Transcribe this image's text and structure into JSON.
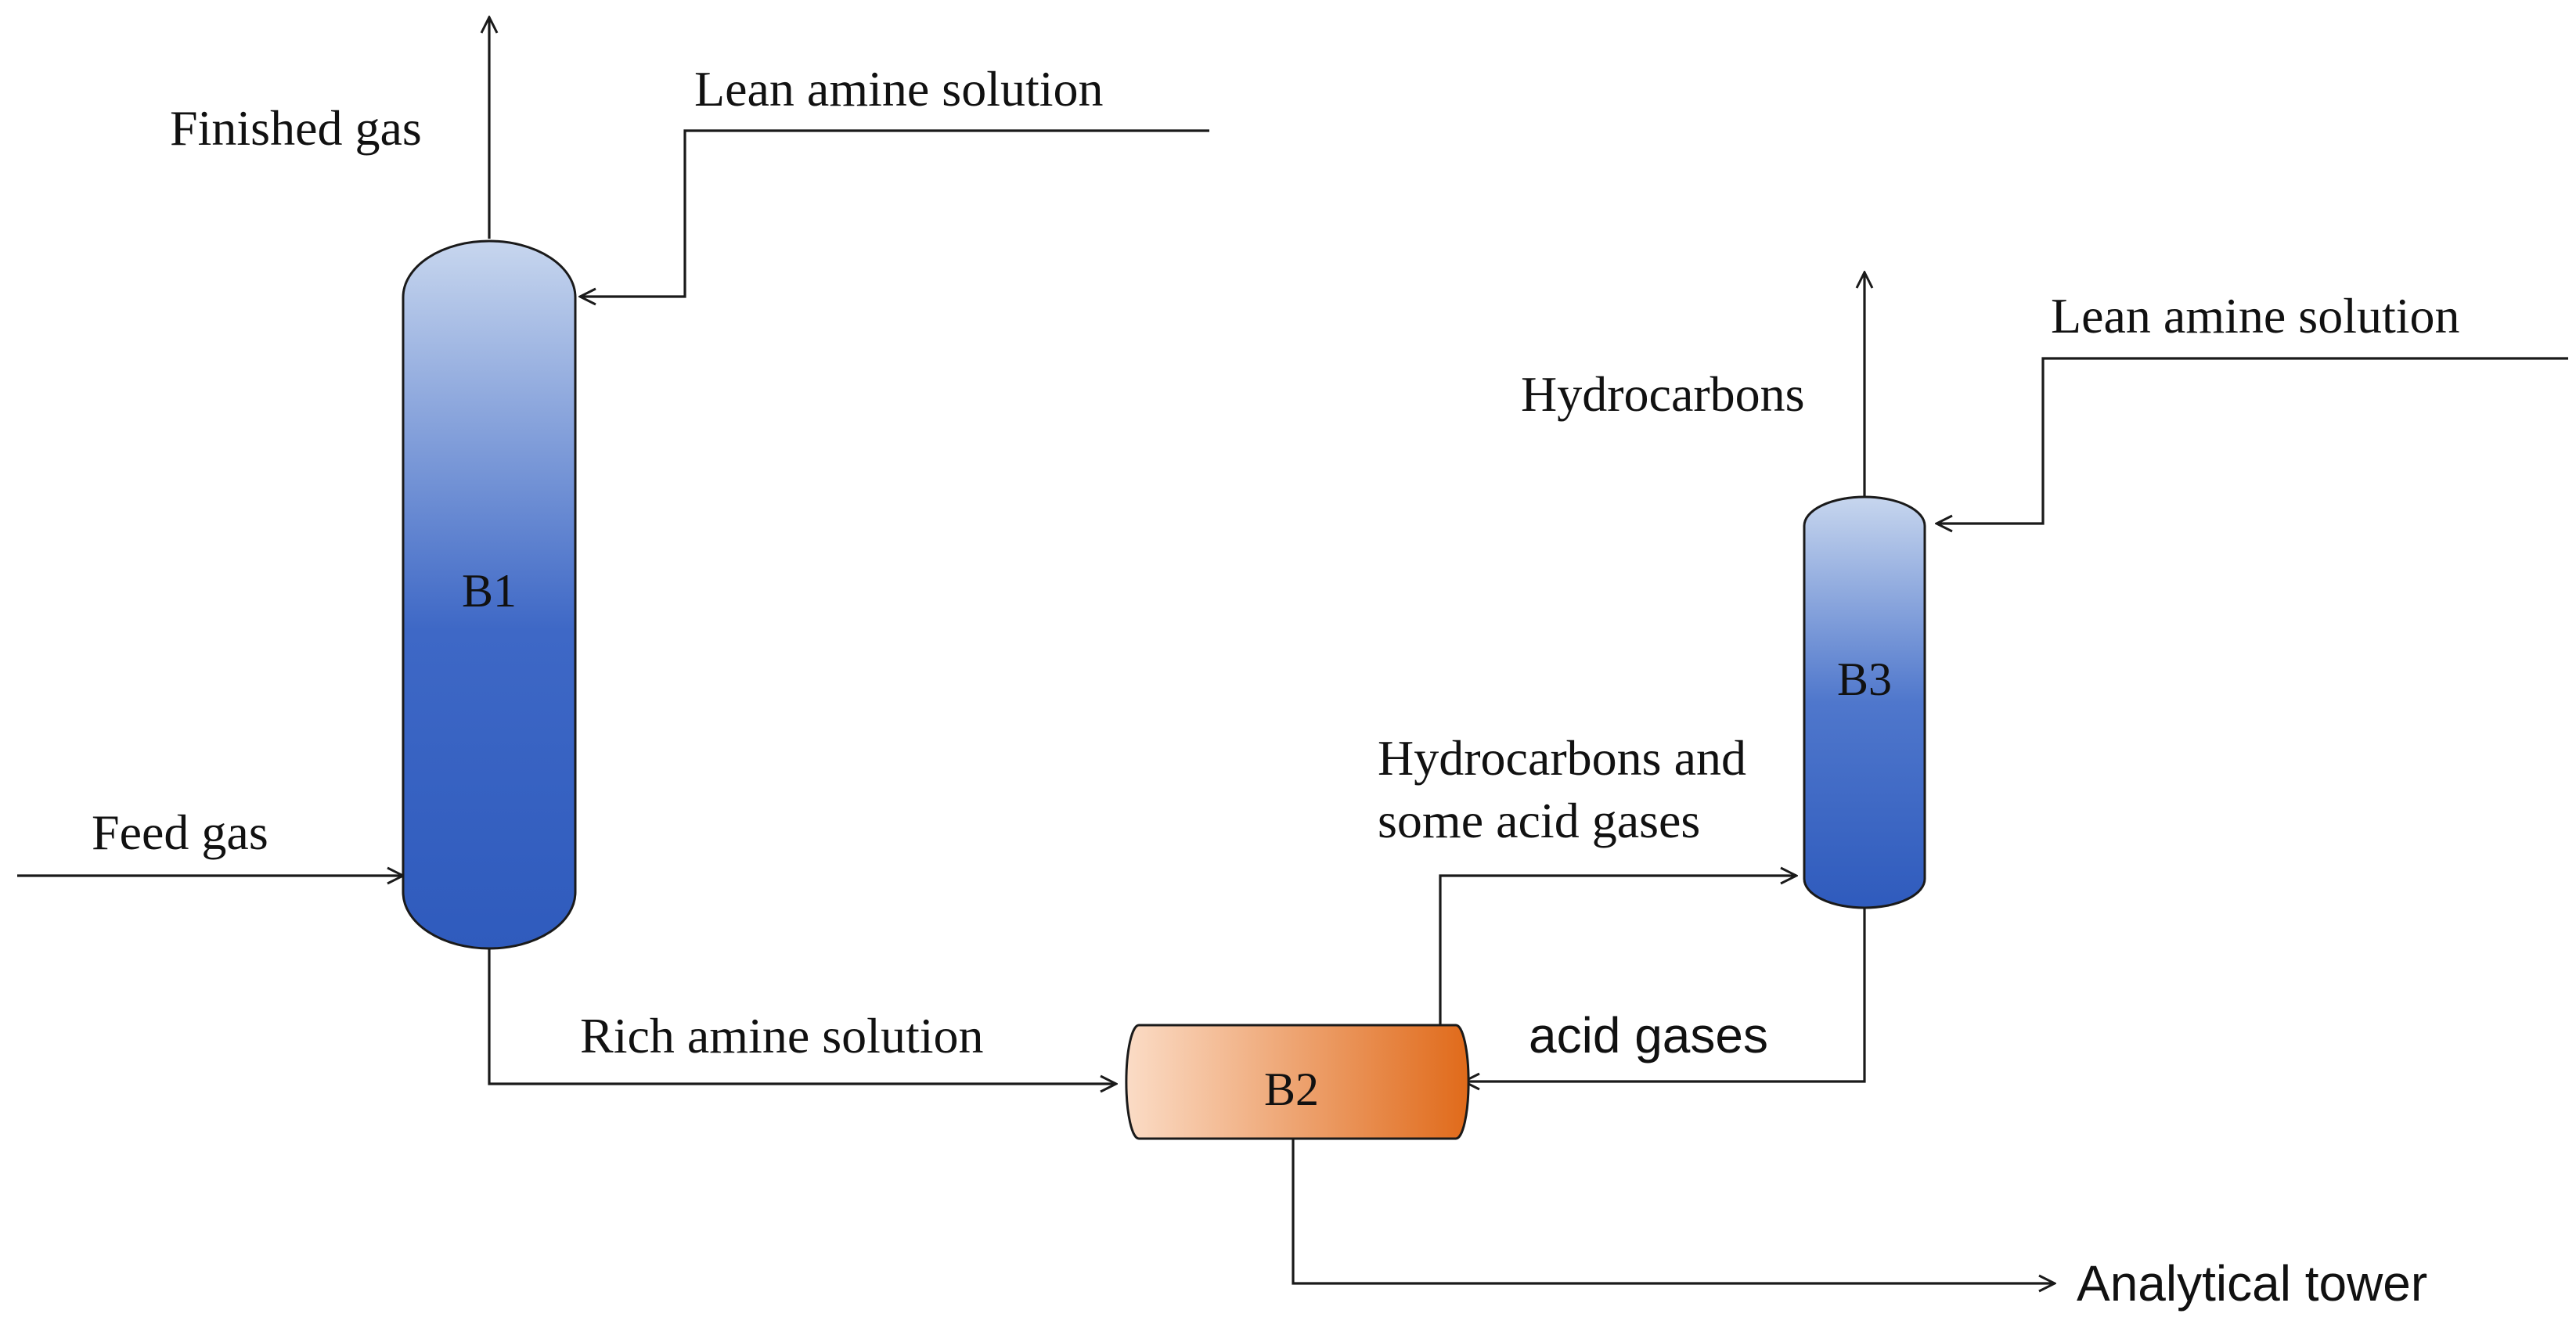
{
  "colors": {
    "column_top": "#c7d6ee",
    "column_bottom": "#2f5bbd",
    "flash_light": "#fbdcc6",
    "flash_dark": "#e06a1a",
    "line": "#1a1a1a"
  },
  "vessels": {
    "b1": "B1",
    "b2": "B2",
    "b3": "B3"
  },
  "streams": {
    "finished_gas": "Finished gas",
    "lean_amine_b1": "Lean amine solution",
    "feed_gas": "Feed gas",
    "rich_amine": "Rich amine solution",
    "hydrocarbons": "Hydrocarbons",
    "lean_amine_b3": "Lean amine solution",
    "hc_acid_line1": "Hydrocarbons and",
    "hc_acid_line2": "some acid gases",
    "acid_gases": "acid gases",
    "analytical_tower": "Analytical tower"
  }
}
